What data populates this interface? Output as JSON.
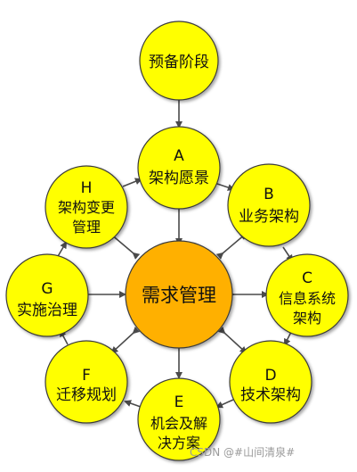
{
  "colors": {
    "node_fill": "#ffff00",
    "center_fill": "#ffb000",
    "outline": "#3a3a3a",
    "arrow": "#4a4a4a"
  },
  "nodes": {
    "prelim": {
      "line1": "预备阶段"
    },
    "a": {
      "letter": "A",
      "line1": "架构愿景"
    },
    "b": {
      "letter": "B",
      "line1": "业务架构"
    },
    "c": {
      "letter": "C",
      "line1": "信息系统",
      "line2": "架构"
    },
    "d": {
      "letter": "D",
      "line1": "技术架构"
    },
    "e": {
      "letter": "E",
      "line1": "机会及解",
      "line2": "决方案"
    },
    "f": {
      "letter": "F",
      "line1": "迁移规划"
    },
    "g": {
      "letter": "G",
      "line1": "实施治理"
    },
    "h": {
      "letter": "H",
      "line1": "架构变更",
      "line2": "管理"
    },
    "center": {
      "line1": "需求管理"
    }
  },
  "watermark": "CSDN @#山间清泉#"
}
